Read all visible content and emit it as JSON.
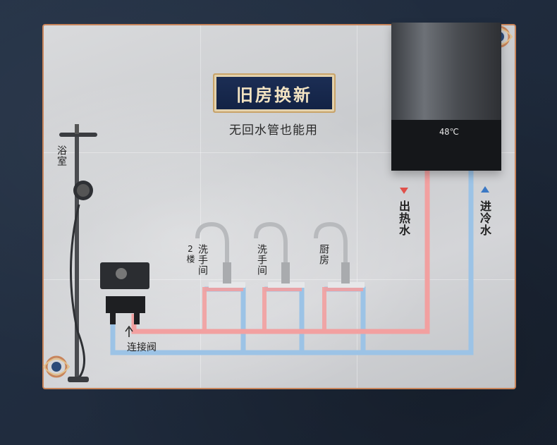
{
  "title": "旧房换新",
  "subtitle": "无回水管也能用",
  "heater": {
    "display": "48℃"
  },
  "labels": {
    "bathroom": "浴室",
    "tap_2f": "2楼洗手间",
    "tap_2f_a": "2楼",
    "tap_2f_b": "洗手间",
    "tap_washroom": "洗手间",
    "tap_kitchen": "厨房",
    "hot_out": "出热水",
    "cold_in": "进冷水",
    "valve": "连接阀"
  },
  "colors": {
    "hot_pipe": "#f2a0a0",
    "cold_pipe": "#9cc3e6",
    "frame": "#c8845a",
    "plaque": "#1c2e55"
  }
}
